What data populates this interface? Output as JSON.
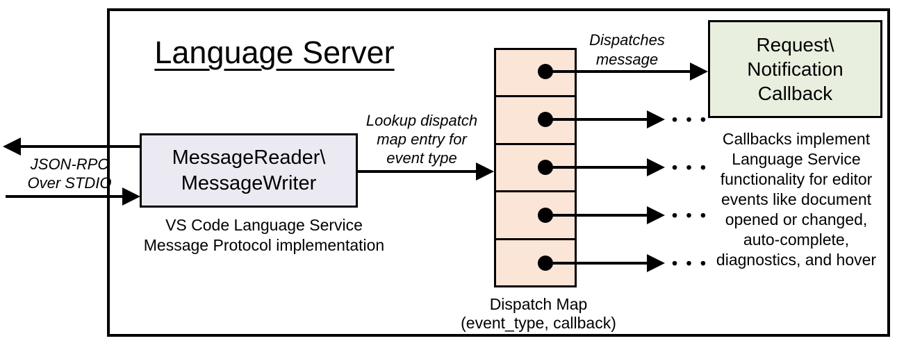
{
  "title": "Language Server",
  "stdio": {
    "line1": "JSON-RPC",
    "line2": "Over STDIO"
  },
  "reader_box": {
    "line1": "MessageReader\\",
    "line2": "MessageWriter"
  },
  "reader_caption": {
    "line1": "VS Code Language Service",
    "line2": "Message Protocol implementation"
  },
  "lookup_label": {
    "line1": "Lookup dispatch",
    "line2": "map entry for",
    "line3": "event type"
  },
  "dispatches_label": {
    "line1": "Dispatches",
    "line2": "message"
  },
  "callback_box": {
    "line1": "Request\\",
    "line2": "Notification",
    "line3": "Callback"
  },
  "callback_note": {
    "lines": [
      "Callbacks implement",
      "Language Service",
      "functionality for editor",
      "events like document",
      "opened or changed,",
      "auto-complete,",
      "diagnostics, and hover"
    ]
  },
  "map_label": {
    "line1": "Dispatch Map",
    "line2": "(event_type, callback)"
  },
  "ellipsis": "• • •",
  "colors": {
    "reader_fill": "#ebe9f1",
    "map_fill": "#fbe5d6",
    "callback_fill": "#e9efdf",
    "line": "#000000"
  }
}
